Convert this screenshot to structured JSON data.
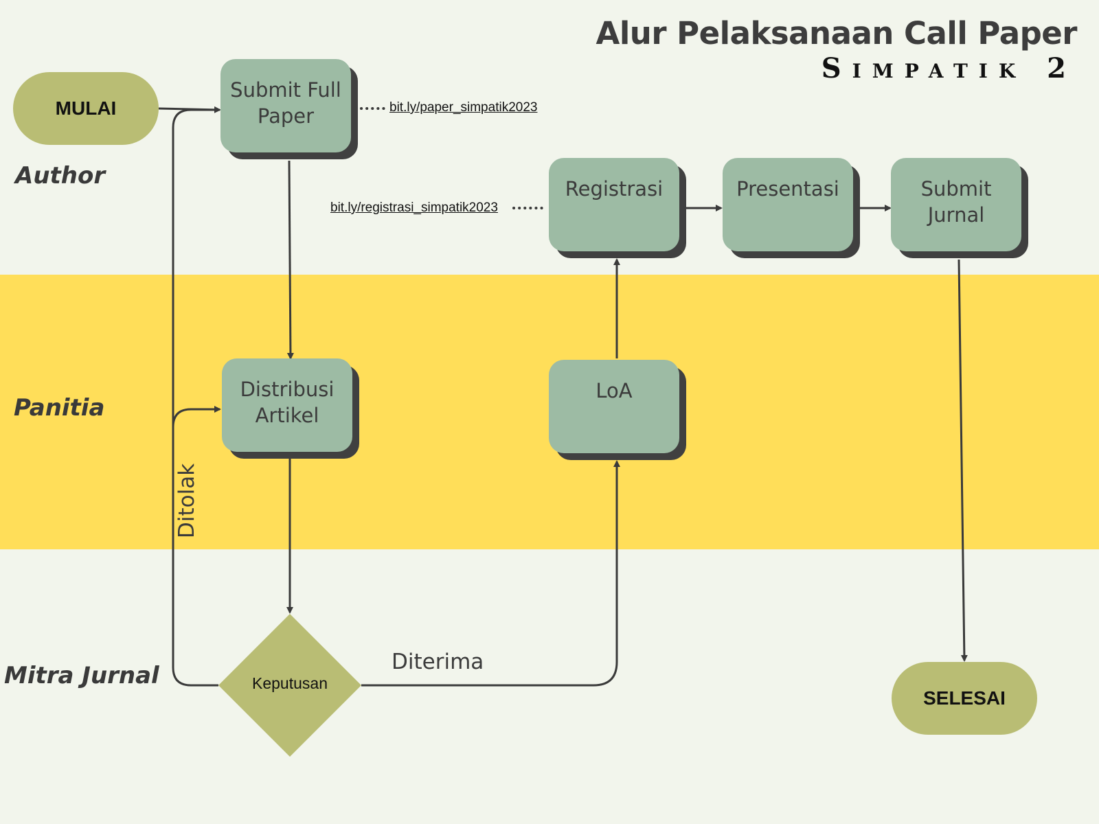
{
  "title": "Alur Pelaksanaan Call Paper",
  "subtitle": "Simpatik 2",
  "lanes": {
    "author": "Author",
    "panitia": "Panitia",
    "mitra": "Mitra Jurnal"
  },
  "nodes": {
    "start": "MULAI",
    "submit_full_paper": "Submit Full Paper",
    "distribusi_artikel": "Distribusi Artikel",
    "keputusan": "Keputusan",
    "loa": "LoA",
    "registrasi": "Registrasi",
    "presentasi": "Presentasi",
    "submit_jurnal": "Submit Jurnal",
    "end": "SELESAI"
  },
  "links": {
    "paper": "bit.ly/paper_simpatik2023",
    "registrasi": "bit.ly/registrasi_simpatik2023"
  },
  "edge_labels": {
    "ditolak": "Ditolak",
    "diterima": "Diterima"
  },
  "colors": {
    "lane_light": "#f2f5ec",
    "lane_yellow": "#ffde59",
    "box_fill": "#9dbba4",
    "box_shadow": "#404040",
    "terminal_fill": "#b9bd74",
    "line": "#3a3a3a"
  }
}
